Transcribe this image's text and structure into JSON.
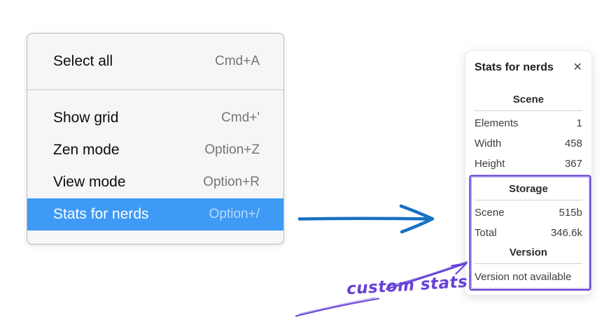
{
  "colors": {
    "menu_highlight": "#3e9af5",
    "flow_arrow_blue": "#1971c2",
    "annotation_purple": "#6741d9"
  },
  "menu": {
    "items": [
      {
        "label": "Select all",
        "shortcut": "Cmd+A",
        "selected": false
      },
      {
        "label": "Show grid",
        "shortcut": "Cmd+'",
        "selected": false
      },
      {
        "label": "Zen mode",
        "shortcut": "Option+Z",
        "selected": false
      },
      {
        "label": "View mode",
        "shortcut": "Option+R",
        "selected": false
      },
      {
        "label": "Stats for nerds",
        "shortcut": "Option+/",
        "selected": true
      }
    ]
  },
  "panel": {
    "title": "Stats for nerds",
    "close_glyph": "✕",
    "scene": {
      "heading": "Scene",
      "rows": [
        {
          "label": "Elements",
          "value": "1"
        },
        {
          "label": "Width",
          "value": "458"
        },
        {
          "label": "Height",
          "value": "367"
        }
      ]
    },
    "storage": {
      "heading": "Storage",
      "rows": [
        {
          "label": "Scene",
          "value": "515b"
        },
        {
          "label": "Total",
          "value": "346.6k"
        }
      ]
    },
    "version": {
      "heading": "Version",
      "note": "Version not available"
    }
  },
  "annotation": {
    "label": "custom stats"
  }
}
